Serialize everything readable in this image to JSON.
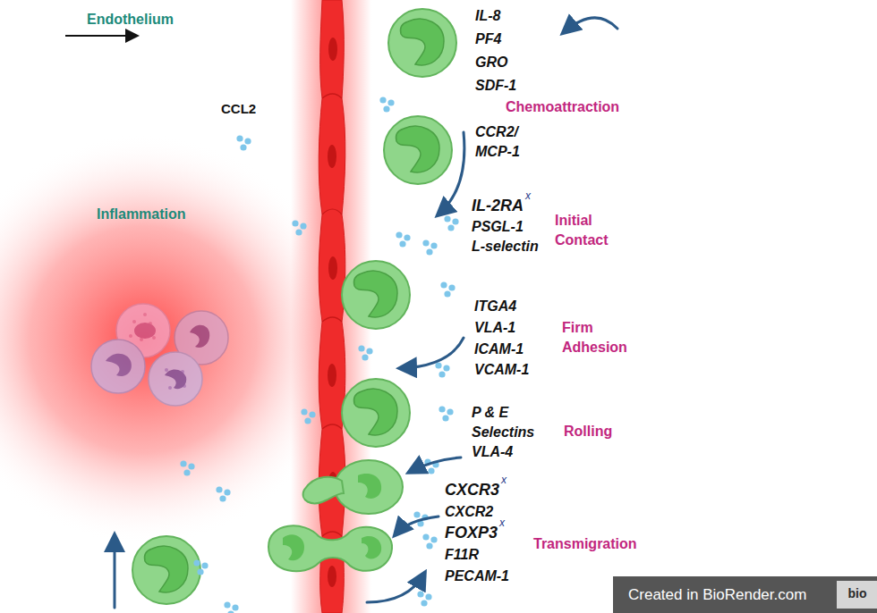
{
  "diagram": {
    "nodes": [
      {
        "text": [
          "Created in BioRender.com"
        ]
      },
      {
        "text": [
          "bio"
        ],
        "in": 0
      }
    ],
    "edges": [],
    "labels": [
      "Endothelium",
      "CCL2",
      "Inflammation",
      "IL-8",
      "PF4",
      "GRO",
      "SDF-1",
      "CCR2/ MCP-1",
      "Chemoattraction",
      "IL-2RA",
      "x",
      "PSGL-1",
      "L-selectin",
      "Initial Contact",
      "ITGA4",
      "VLA-1",
      "ICAM-1",
      "VCAM-1",
      "Firm Adhesion",
      "P & E Selectins",
      "VLA-4",
      "Rolling",
      "CXCR3",
      "x",
      "CXCR2",
      "FOXP3",
      "x",
      "F11R",
      "PECAM-1",
      "Transmigration"
    ]
  }
}
